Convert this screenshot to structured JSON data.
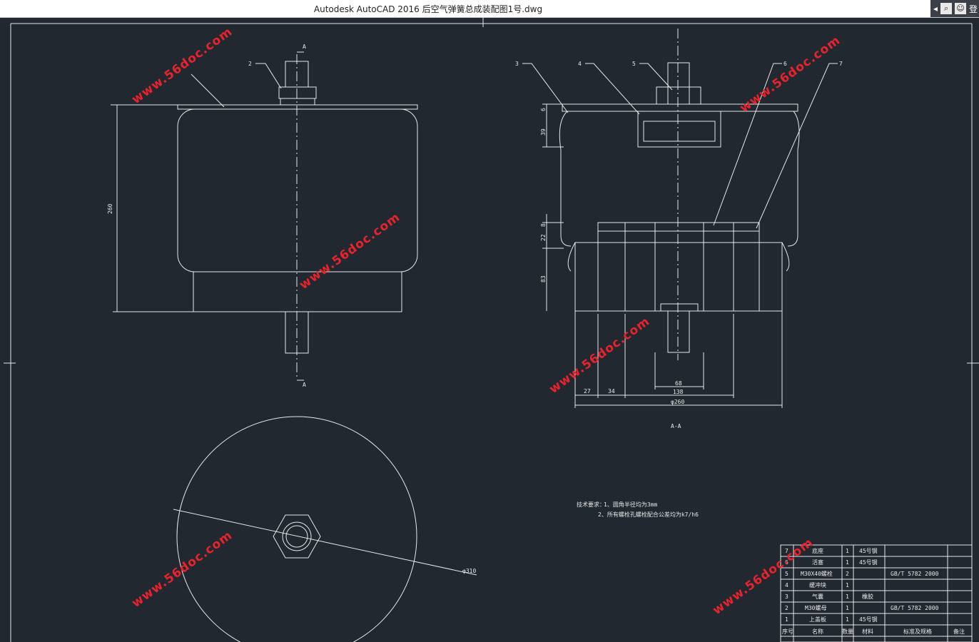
{
  "window": {
    "title": "Autodesk AutoCAD 2016     后空气弹簧总成装配图1号.dwg",
    "right_tools": [
      "◂",
      "🔍",
      "☺",
      "登"
    ]
  },
  "watermark": "www.56doc.com",
  "views": {
    "front": {
      "section_mark": "A",
      "height_dim": "260",
      "callout": "2"
    },
    "section": {
      "label": "A-A",
      "callouts": [
        "3",
        "4",
        "5",
        "6",
        "7"
      ],
      "dims": {
        "d6": "6",
        "d39": "39",
        "d8": "8",
        "d22": "22",
        "d83": "83",
        "d27": "27",
        "d34": "34",
        "d68": "68",
        "d138": "138",
        "d260": "φ260"
      }
    },
    "top": {
      "diameter": "φ310"
    }
  },
  "tech_req": {
    "heading": "技术要求：",
    "line1": "1、圆角半径均为3mm",
    "line2": "2、所有螺栓孔螺栓配合公差均为k7/h6"
  },
  "bom": {
    "rows": [
      {
        "no": "7",
        "name": "底座",
        "qty": "1",
        "mat": "45号钢",
        "std": ""
      },
      {
        "no": "6",
        "name": "活塞",
        "qty": "1",
        "mat": "45号钢",
        "std": ""
      },
      {
        "no": "5",
        "name": "M30X40螺栓",
        "qty": "2",
        "mat": "",
        "std": "GB/T 5782 2000"
      },
      {
        "no": "4",
        "name": "缓冲块",
        "qty": "1",
        "mat": "",
        "std": ""
      },
      {
        "no": "3",
        "name": "气囊",
        "qty": "1",
        "mat": "橡胶",
        "std": ""
      },
      {
        "no": "2",
        "name": "M30螺母",
        "qty": "1",
        "mat": "",
        "std": "GB/T 5782 2000"
      },
      {
        "no": "1",
        "name": "上盖板",
        "qty": "1",
        "mat": "45号钢",
        "std": ""
      }
    ],
    "header": {
      "no": "序号",
      "name": "名称",
      "qty": "数量",
      "mat": "材料",
      "std": "标准及规格",
      "note": "备注"
    }
  }
}
